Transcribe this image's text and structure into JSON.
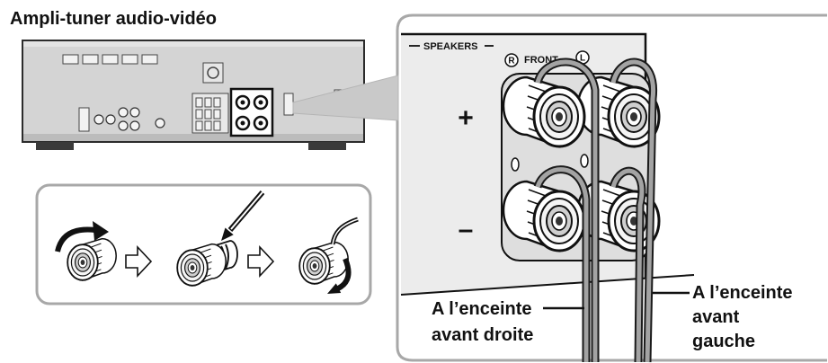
{
  "title": "Ampli-tuner audio-vidéo",
  "zoom": {
    "speakers_label": "SPEAKERS",
    "front_label": "FRONT",
    "right_channel": "R",
    "left_channel": "L",
    "plus_sign": "+",
    "minus_sign": "–"
  },
  "labels": {
    "right_speaker": {
      "line1": "A l’enceinte",
      "line2": "avant droite"
    },
    "left_speaker": {
      "line1": "A l’enceinte",
      "line2": "avant",
      "line3": "gauche"
    }
  },
  "icons": {
    "step_arrow": "hollow-right-arrow",
    "rotate": "rotate-arrow"
  },
  "colors": {
    "frame_border": "#a8a8a8",
    "receiver_body": "#d4d4d4",
    "plate": "#ececec",
    "terminal_block": "#dedede",
    "wire": "#a3a3a3",
    "callout": "#c9c9c9"
  }
}
